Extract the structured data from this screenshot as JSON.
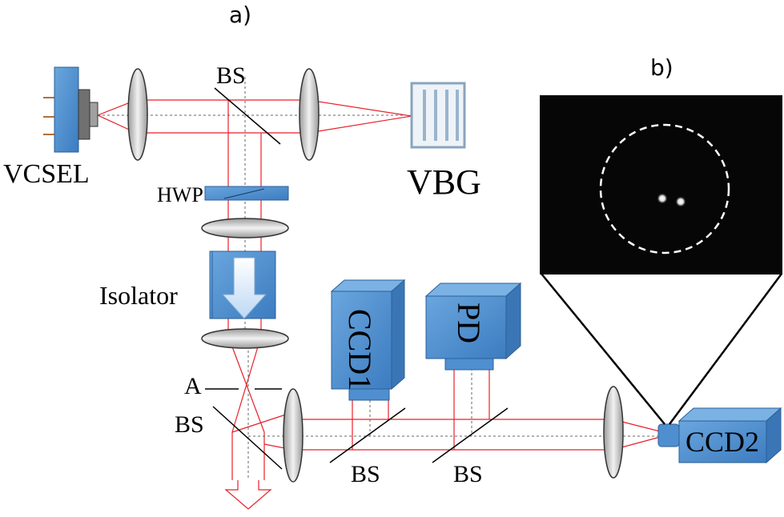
{
  "panel_a_label": "a)",
  "panel_b_label": "b)",
  "components": {
    "vcsel": "VCSEL",
    "vbg": "VBG",
    "bs_top": "BS",
    "hwp": "HWP",
    "isolator": "Isolator",
    "aperture": "A",
    "bs_left": "BS",
    "bs_mid": "BS",
    "bs_right": "BS",
    "ccd1": "CCD1",
    "pd": "PD",
    "ccd2": "CCD2"
  },
  "colors": {
    "beam": "#e8202a",
    "component_blue": "#4f8fd0",
    "component_blue_dark": "#3b78b8",
    "lens_gray": "#d6d6d6",
    "image_bg": "#060606"
  }
}
